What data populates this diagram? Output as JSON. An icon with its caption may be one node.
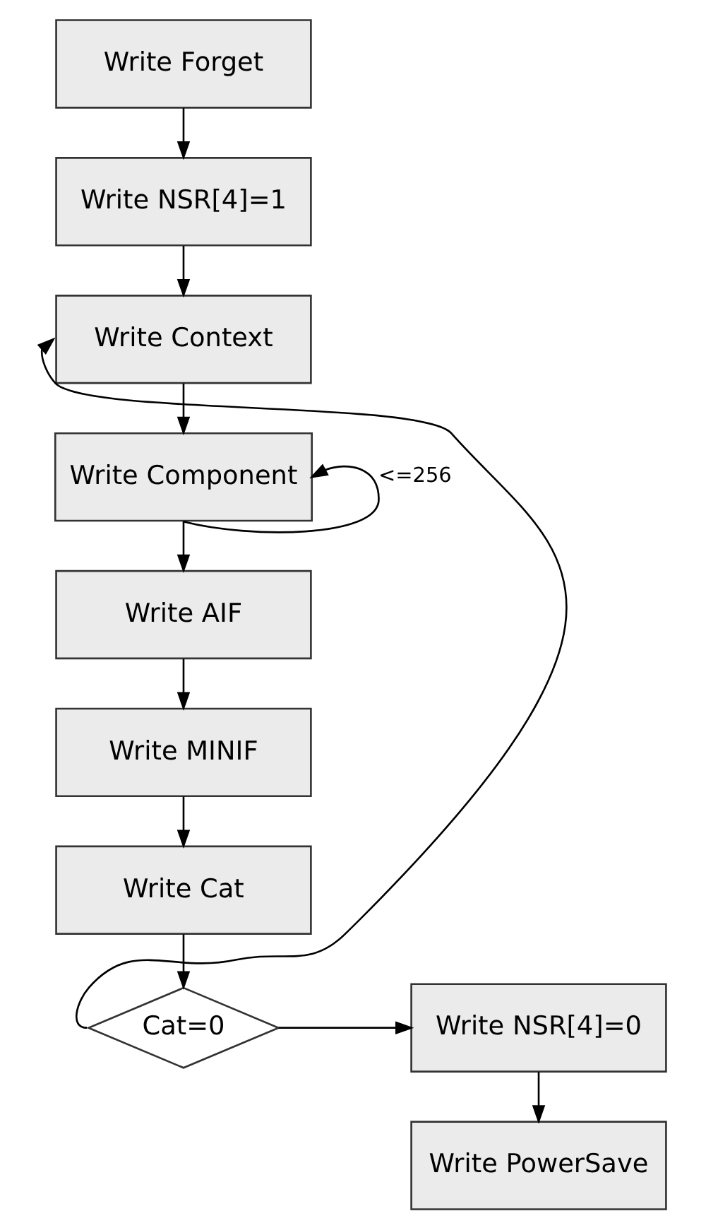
{
  "diagram": {
    "nodes": [
      {
        "text": [
          "Write Forget"
        ]
      },
      {
        "text": [
          "Write NSR[4]=1"
        ]
      },
      {
        "text": [
          "Write Context"
        ]
      },
      {
        "text": [
          "Write Component"
        ]
      },
      {
        "text": [
          "Write AIF"
        ]
      },
      {
        "text": [
          "Write MINIF"
        ]
      },
      {
        "text": [
          "Write Cat"
        ]
      },
      {
        "text": [
          "Cat=0"
        ]
      },
      {
        "text": [
          "Write NSR[4]=0"
        ]
      },
      {
        "text": [
          "Write PowerSave"
        ]
      }
    ],
    "edges": [
      {
        "from": 0,
        "to": 1,
        "arrow": "to"
      },
      {
        "from": 1,
        "to": 2,
        "arrow": "to"
      },
      {
        "from": 2,
        "to": 3,
        "arrow": "to"
      },
      {
        "from": 3,
        "to": 3,
        "arrow": "to",
        "label": "<=256"
      },
      {
        "from": 3,
        "to": 4,
        "arrow": "to"
      },
      {
        "from": 4,
        "to": 5,
        "arrow": "to"
      },
      {
        "from": 5,
        "to": 6,
        "arrow": "to"
      },
      {
        "from": 6,
        "to": 7,
        "arrow": "to"
      },
      {
        "from": 7,
        "to": 2,
        "arrow": "to"
      },
      {
        "from": 7,
        "to": 8,
        "arrow": "to"
      },
      {
        "from": 8,
        "to": 9,
        "arrow": "to"
      }
    ]
  }
}
